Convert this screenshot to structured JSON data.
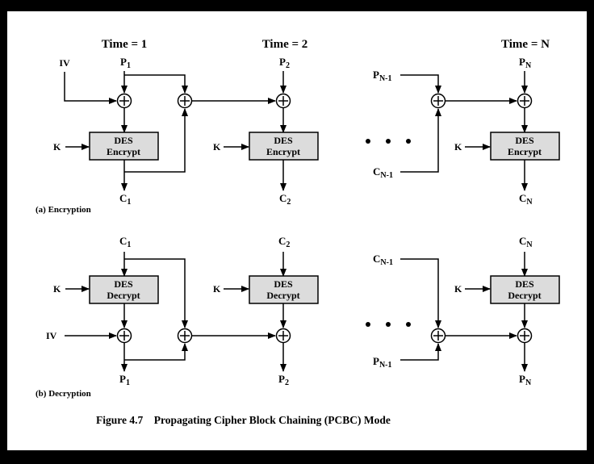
{
  "time_labels": {
    "t1": "Time = 1",
    "t2": "Time = 2",
    "tn": "Time = N"
  },
  "encryption": {
    "section_label": "(a) Encryption",
    "iv": "IV",
    "key": "K",
    "box_line1": "DES",
    "box_line2": "Encrypt",
    "p1": "P",
    "p1_sub": "1",
    "p2": "P",
    "p2_sub": "2",
    "pn_minus_1": "P",
    "pn_minus_1_sub": "N-1",
    "pn": "P",
    "pn_sub": "N",
    "c1": "C",
    "c1_sub": "1",
    "c2": "C",
    "c2_sub": "2",
    "cn_minus_1": "C",
    "cn_minus_1_sub": "N-1",
    "cn": "C",
    "cn_sub": "N"
  },
  "decryption": {
    "section_label": "(b) Decryption",
    "iv": "IV",
    "key": "K",
    "box_line1": "DES",
    "box_line2": "Decrypt",
    "c1": "C",
    "c1_sub": "1",
    "c2": "C",
    "c2_sub": "2",
    "cn_minus_1": "C",
    "cn_minus_1_sub": "N-1",
    "cn": "C",
    "cn_sub": "N",
    "p1": "P",
    "p1_sub": "1",
    "p2": "P",
    "p2_sub": "2",
    "pn_minus_1": "P",
    "pn_minus_1_sub": "N-1",
    "pn": "P",
    "pn_sub": "N"
  },
  "caption": "Figure 4.7    Propagating Cipher Block Chaining (PCBC) Mode",
  "colors": {
    "frame": "#000000",
    "page": "#ffffff",
    "box_fill": "#dcdcdc",
    "ink": "#000000"
  }
}
